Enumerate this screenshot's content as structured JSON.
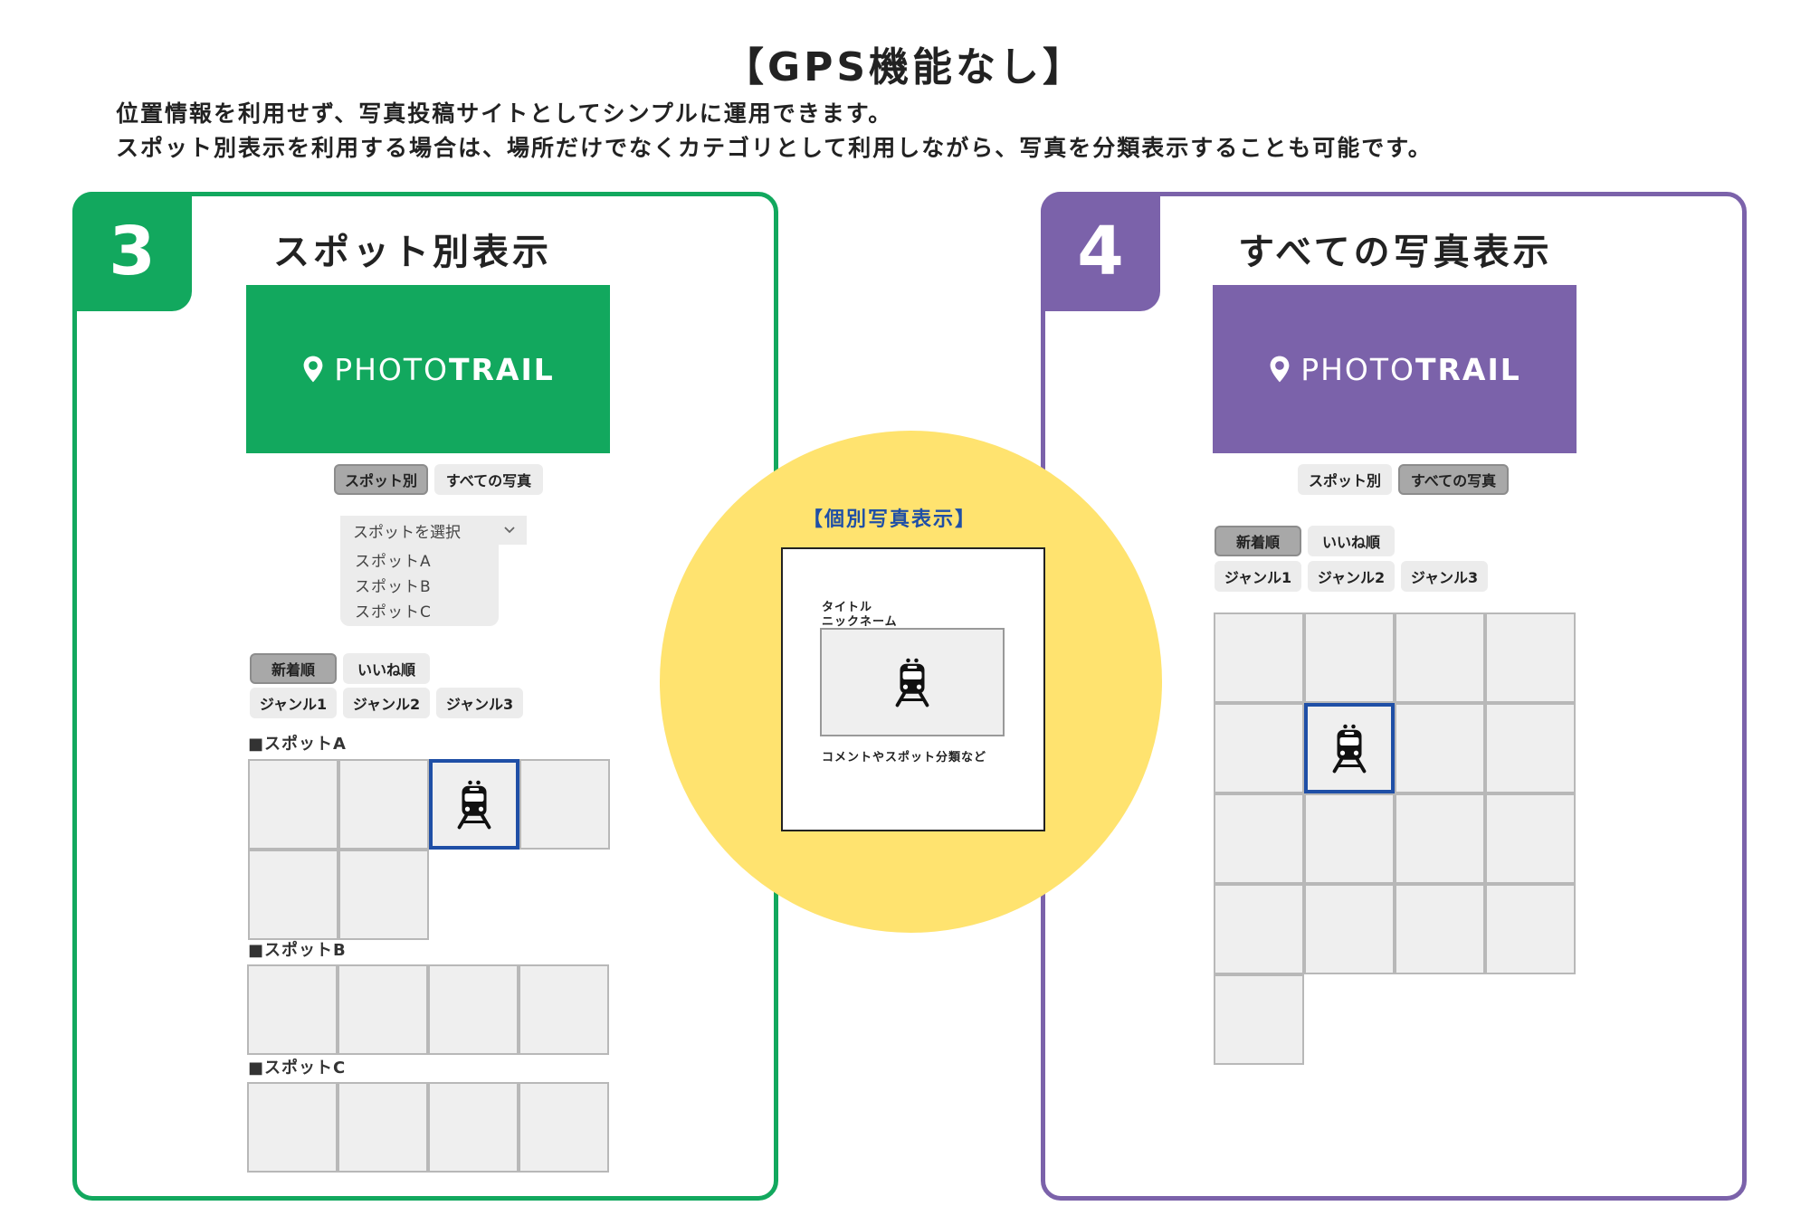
{
  "heading": "【GPS機能なし】",
  "intro": [
    "位置情報を利用せず、写真投稿サイトとしてシンプルに運用できます。",
    "スポット別表示を利用する場合は、場所だけでなくカテゴリとして利用しながら、写真を分類表示することも可能です。"
  ],
  "left_panel": {
    "number": "3",
    "title": "スポット別表示",
    "color": "#12a85e",
    "logo": {
      "thin": "PHOTO",
      "bold": "TRAIL"
    },
    "view_tabs": [
      "スポット別",
      "すべての写真"
    ],
    "active_view": "スポット別",
    "spot_select": {
      "value": "スポットを選択",
      "options": [
        "スポットA",
        "スポットB",
        "スポットC"
      ]
    },
    "sort_tabs": [
      "新着順",
      "いいね順"
    ],
    "active_sort": "新着順",
    "genre_tabs": [
      "ジャンル1",
      "ジャンル2",
      "ジャンル3"
    ],
    "groups": [
      {
        "label": "■スポットA",
        "photo_count": 6
      },
      {
        "label": "■スポットB",
        "photo_count": 4
      },
      {
        "label": "■スポットC",
        "photo_count": 4
      }
    ]
  },
  "right_panel": {
    "number": "4",
    "title": "すべての写真表示",
    "color": "#7b62aa",
    "logo": {
      "thin": "PHOTO",
      "bold": "TRAIL"
    },
    "view_tabs": [
      "スポット別",
      "すべての写真"
    ],
    "active_view": "すべての写真",
    "sort_tabs": [
      "新着順",
      "いいね順"
    ],
    "active_sort": "新着順",
    "genre_tabs": [
      "ジャンル1",
      "ジャンル2",
      "ジャンル3"
    ],
    "photo_count": 17
  },
  "detail": {
    "title": "【個別写真表示】",
    "photo_title": "タイトル",
    "nickname": "ニックネーム",
    "comment": "コメントやスポット分類など"
  },
  "icons": {
    "photo": "train-icon",
    "logo": "map-pin-icon",
    "dropdown": "chevron-down-icon"
  },
  "selected_color": "#1f4fa6",
  "circle_color": "#ffe36f"
}
